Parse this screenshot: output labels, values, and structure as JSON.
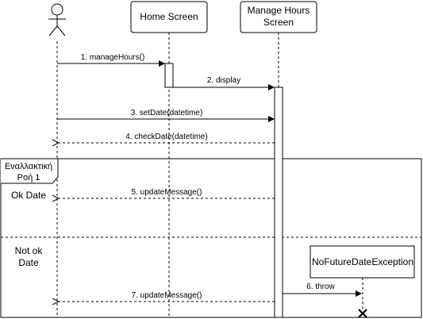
{
  "actor": {
    "name": ""
  },
  "participants": {
    "home": "Home Screen",
    "manage_line1": "Manage Hours",
    "manage_line2": "Screen",
    "exception": "NoFutureDateException"
  },
  "messages": {
    "m1": "1. manageHours()",
    "m2": "2. display",
    "m3": "3. setDate(datetime)",
    "m4": "4. checkDate(datetime)",
    "m5": "5. updateMessage()",
    "m6": "6. throw",
    "m7": "7. updateMessage()"
  },
  "fragment": {
    "tab_line1": "Εναλλακτική",
    "tab_line2": "Ροή 1",
    "guard1": "Ok Date",
    "guard2_line1": "Not ok",
    "guard2_line2": "Date"
  }
}
